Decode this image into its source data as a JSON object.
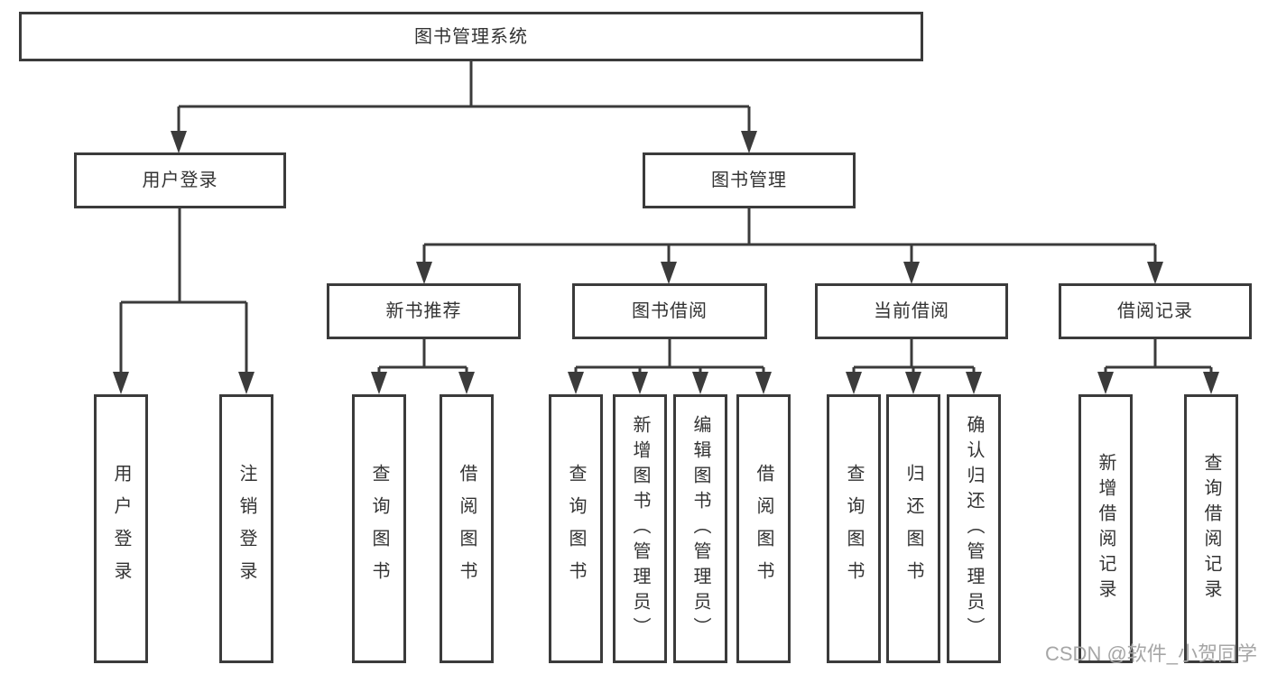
{
  "tree": {
    "root": {
      "label": "图书管理系统"
    },
    "branches": [
      {
        "label": "用户登录",
        "children": [
          {
            "label": "用户登录"
          },
          {
            "label": "注销登录"
          }
        ]
      },
      {
        "label": "图书管理",
        "children": [
          {
            "label": "新书推荐",
            "children": [
              {
                "label": "查询图书"
              },
              {
                "label": "借阅图书"
              }
            ]
          },
          {
            "label": "图书借阅",
            "children": [
              {
                "label": "查询图书"
              },
              {
                "label": "新增图书（管理员）"
              },
              {
                "label": "编辑图书（管理员）"
              },
              {
                "label": "借阅图书"
              }
            ]
          },
          {
            "label": "当前借阅",
            "children": [
              {
                "label": "查询图书"
              },
              {
                "label": "归还图书"
              },
              {
                "label": "确认归还（管理员）"
              }
            ]
          },
          {
            "label": "借阅记录",
            "children": [
              {
                "label": "新增借阅记录"
              },
              {
                "label": "查询借阅记录"
              }
            ]
          }
        ]
      }
    ]
  },
  "watermark": {
    "text": "CSDN @软件_小贺同学"
  },
  "colors": {
    "line": "#3b3b3b",
    "box_border": "#3b3b3b",
    "box_background": "#ffffff",
    "text": "#333333",
    "watermark": "#a6a6a6",
    "page_background": "#ffffff"
  }
}
